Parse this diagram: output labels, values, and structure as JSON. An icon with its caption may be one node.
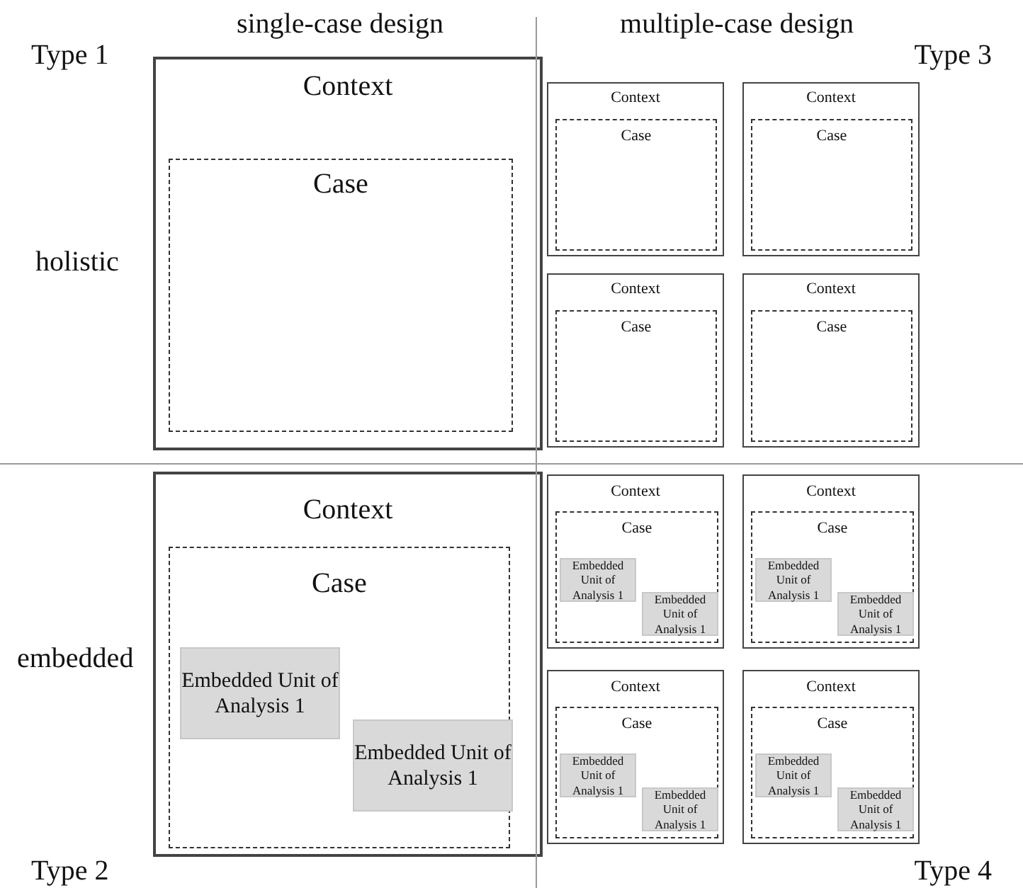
{
  "diagram": {
    "nodes": [
      {
        "text": [
          "Context"
        ]
      },
      {
        "text": [
          "Case"
        ],
        "in": 0
      },
      {
        "text": [
          "Context"
        ]
      },
      {
        "text": [
          "Case"
        ],
        "in": 2
      },
      {
        "text": [
          "Context"
        ]
      },
      {
        "text": [
          "Case"
        ],
        "in": 4
      },
      {
        "text": [
          "Context"
        ]
      },
      {
        "text": [
          "Case"
        ],
        "in": 6
      },
      {
        "text": [
          "Context"
        ]
      },
      {
        "text": [
          "Case"
        ],
        "in": 8
      },
      {
        "text": [
          "Context"
        ]
      },
      {
        "text": [
          "Case"
        ],
        "in": 10
      },
      {
        "text": [
          "Embedded Unit of Analysis 1"
        ],
        "in": 11
      },
      {
        "text": [
          "Embedded Unit of Analysis 1"
        ],
        "in": 11
      },
      {
        "text": [
          "Context"
        ]
      },
      {
        "text": [
          "Case"
        ],
        "in": 14
      },
      {
        "text": [
          "Embedded Unit of Analysis 1"
        ],
        "in": 15
      },
      {
        "text": [
          "Embedded Unit of Analysis 1"
        ],
        "in": 15
      },
      {
        "text": [
          "Context"
        ]
      },
      {
        "text": [
          "Case"
        ],
        "in": 18
      },
      {
        "text": [
          "Embedded Unit of Analysis 1"
        ],
        "in": 19
      },
      {
        "text": [
          "Embedded Unit of Analysis 1"
        ],
        "in": 19
      },
      {
        "text": [
          "Context"
        ]
      },
      {
        "text": [
          "Case"
        ],
        "in": 22
      },
      {
        "text": [
          "Embedded Unit of Analysis 1"
        ],
        "in": 23
      },
      {
        "text": [
          "Embedded Unit of Analysis 1"
        ],
        "in": 23
      },
      {
        "text": [
          "Context"
        ]
      },
      {
        "text": [
          "Case"
        ],
        "in": 26
      },
      {
        "text": [
          "Embedded Unit of Analysis 1"
        ],
        "in": 27
      },
      {
        "text": [
          "Embedded Unit of Analysis 1"
        ],
        "in": 27
      }
    ],
    "labels": [
      "single-case design",
      "multiple-case design",
      "Type 1",
      "Type 3",
      "holistic",
      "embedded",
      "Type 2",
      "Type 4"
    ]
  }
}
